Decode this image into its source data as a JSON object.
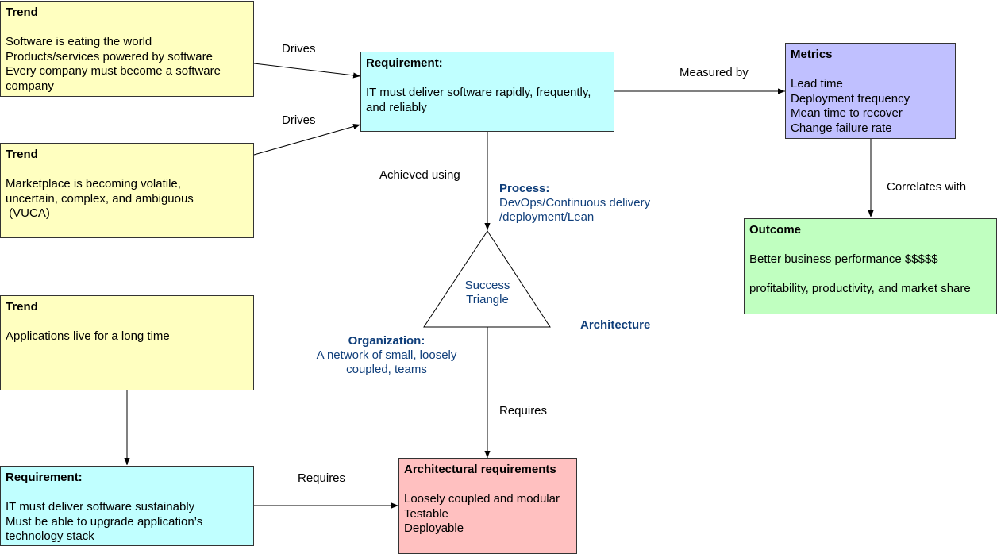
{
  "trend1": {
    "title": "Trend",
    "lines": [
      "Software is eating the world",
      "Products/services powered by software",
      "Every company must become a software",
      "company"
    ]
  },
  "trend2": {
    "title": "Trend",
    "lines": [
      "Marketplace is becoming volatile,",
      "uncertain, complex, and ambiguous",
      " (VUCA)"
    ]
  },
  "trend3": {
    "title": "Trend",
    "lines": [
      "Applications live for a long time"
    ]
  },
  "requirement1": {
    "title": "Requirement:",
    "lines": [
      "IT must deliver software rapidly, frequently,",
      "and reliably"
    ]
  },
  "requirement2": {
    "title": "Requirement:",
    "lines": [
      "IT must deliver software sustainably",
      "Must be able to upgrade application’s",
      "technology stack"
    ]
  },
  "metrics": {
    "title": "Metrics",
    "lines": [
      "Lead time",
      "Deployment frequency",
      "Mean time to recover",
      "Change failure rate"
    ]
  },
  "outcome": {
    "title": "Outcome",
    "line1": "Better business performance $$$$$",
    "line2": "profitability, productivity, and market share"
  },
  "arch_req": {
    "title": "Architectural requirements",
    "lines": [
      "Loosely coupled and modular",
      "Testable",
      "Deployable"
    ]
  },
  "triangle": {
    "line1": "Success",
    "line2": "Triangle"
  },
  "process": {
    "title": "Process:",
    "line1": "DevOps/Continuous delivery",
    "line2": "/deployment/Lean"
  },
  "organization": {
    "title": "Organization:",
    "line1": "A network of small, loosely",
    "line2": "coupled, teams"
  },
  "architecture": "Architecture",
  "edges": {
    "drives1": "Drives",
    "drives2": "Drives",
    "measured_by": "Measured by",
    "correlates_with": "Correlates with",
    "achieved_using": "Achieved using",
    "requires1": "Requires",
    "requires2": "Requires"
  },
  "colors": {
    "trend": "#ffffc0",
    "requirement": "#c0ffff",
    "metrics": "#c0c0ff",
    "outcome": "#c0ffc0",
    "architectural": "#ffc0c0",
    "accent_text": "#0f3e7a"
  }
}
